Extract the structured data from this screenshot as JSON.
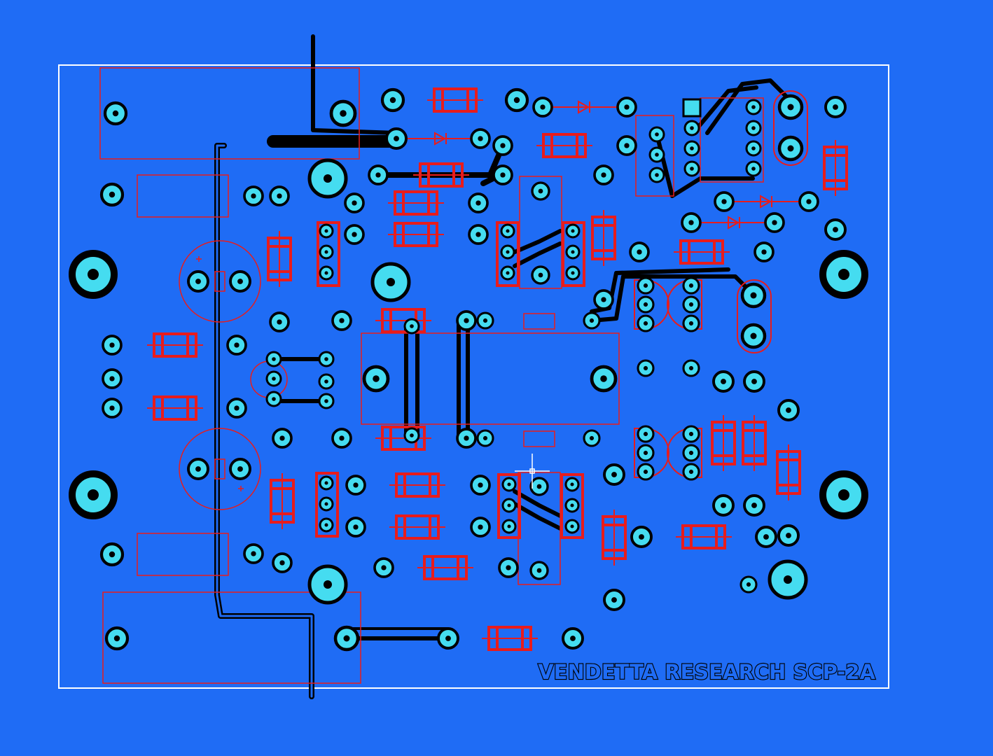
{
  "app": {
    "view": "pcb-layout-bottom",
    "cursor": "crosshair"
  },
  "board": {
    "silkscreen_text": "VENDETTA RESEARCH SCP-2A"
  },
  "colors": {
    "background": "#1f6cf5",
    "pad_fill": "#45dcf0",
    "pad_ring": "#000000",
    "trace": "#000000",
    "component_outline": "#e81c1c",
    "board_outline": "#ffffff",
    "silkscreen_fill": "#1f6cf5"
  }
}
